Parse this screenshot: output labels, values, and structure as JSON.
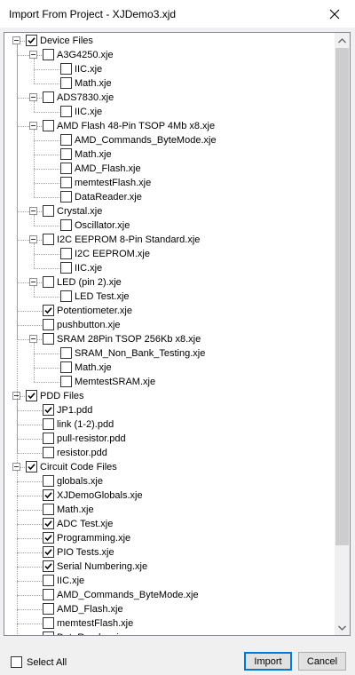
{
  "window": {
    "title": "Import From Project - XJDemo3.xjd"
  },
  "tree": [
    {
      "label": "Device Files",
      "level": 0,
      "checked": true,
      "expanded": true
    },
    {
      "label": "A3G4250.xje",
      "level": 1,
      "checked": false,
      "expanded": true
    },
    {
      "label": "IIC.xje",
      "level": 2,
      "checked": false
    },
    {
      "label": "Math.xje",
      "level": 2,
      "checked": false
    },
    {
      "label": "ADS7830.xje",
      "level": 1,
      "checked": false,
      "expanded": true
    },
    {
      "label": "IIC.xje",
      "level": 2,
      "checked": false
    },
    {
      "label": "AMD Flash 48-Pin TSOP 4Mb x8.xje",
      "level": 1,
      "checked": false,
      "expanded": true
    },
    {
      "label": "AMD_Commands_ByteMode.xje",
      "level": 2,
      "checked": false
    },
    {
      "label": "Math.xje",
      "level": 2,
      "checked": false
    },
    {
      "label": "AMD_Flash.xje",
      "level": 2,
      "checked": false
    },
    {
      "label": "memtestFlash.xje",
      "level": 2,
      "checked": false
    },
    {
      "label": "DataReader.xje",
      "level": 2,
      "checked": false
    },
    {
      "label": "Crystal.xje",
      "level": 1,
      "checked": false,
      "expanded": true
    },
    {
      "label": "Oscillator.xje",
      "level": 2,
      "checked": false
    },
    {
      "label": "I2C EEPROM 8-Pin Standard.xje",
      "level": 1,
      "checked": false,
      "expanded": true
    },
    {
      "label": "I2C EEPROM.xje",
      "level": 2,
      "checked": false
    },
    {
      "label": "IIC.xje",
      "level": 2,
      "checked": false
    },
    {
      "label": "LED (pin 2).xje",
      "level": 1,
      "checked": false,
      "expanded": true
    },
    {
      "label": "LED Test.xje",
      "level": 2,
      "checked": false
    },
    {
      "label": "Potentiometer.xje",
      "level": 1,
      "checked": true
    },
    {
      "label": "pushbutton.xje",
      "level": 1,
      "checked": false
    },
    {
      "label": "SRAM 28Pin TSOP 256Kb x8.xje",
      "level": 1,
      "checked": false,
      "expanded": true
    },
    {
      "label": "SRAM_Non_Bank_Testing.xje",
      "level": 2,
      "checked": false
    },
    {
      "label": "Math.xje",
      "level": 2,
      "checked": false
    },
    {
      "label": "MemtestSRAM.xje",
      "level": 2,
      "checked": false
    },
    {
      "label": "PDD Files",
      "level": 0,
      "checked": true,
      "expanded": true
    },
    {
      "label": "JP1.pdd",
      "level": 1,
      "checked": true
    },
    {
      "label": "link (1-2).pdd",
      "level": 1,
      "checked": false
    },
    {
      "label": "pull-resistor.pdd",
      "level": 1,
      "checked": false
    },
    {
      "label": "resistor.pdd",
      "level": 1,
      "checked": false
    },
    {
      "label": "Circuit Code Files",
      "level": 0,
      "checked": true,
      "expanded": true
    },
    {
      "label": "globals.xje",
      "level": 1,
      "checked": false
    },
    {
      "label": "XJDemoGlobals.xje",
      "level": 1,
      "checked": true
    },
    {
      "label": "Math.xje",
      "level": 1,
      "checked": false
    },
    {
      "label": "ADC Test.xje",
      "level": 1,
      "checked": true
    },
    {
      "label": "Programming.xje",
      "level": 1,
      "checked": true
    },
    {
      "label": "PIO Tests.xje",
      "level": 1,
      "checked": true
    },
    {
      "label": "Serial Numbering.xje",
      "level": 1,
      "checked": true
    },
    {
      "label": "IIC.xje",
      "level": 1,
      "checked": false
    },
    {
      "label": "AMD_Commands_ByteMode.xje",
      "level": 1,
      "checked": false
    },
    {
      "label": "AMD_Flash.xje",
      "level": 1,
      "checked": false
    },
    {
      "label": "memtestFlash.xje",
      "level": 1,
      "checked": false
    },
    {
      "label": "DataReader.xje",
      "level": 1,
      "checked": false
    }
  ],
  "footer": {
    "select_all_label": "Select All",
    "select_all_checked": false
  },
  "buttons": {
    "import_label": "Import",
    "cancel_label": "Cancel"
  }
}
